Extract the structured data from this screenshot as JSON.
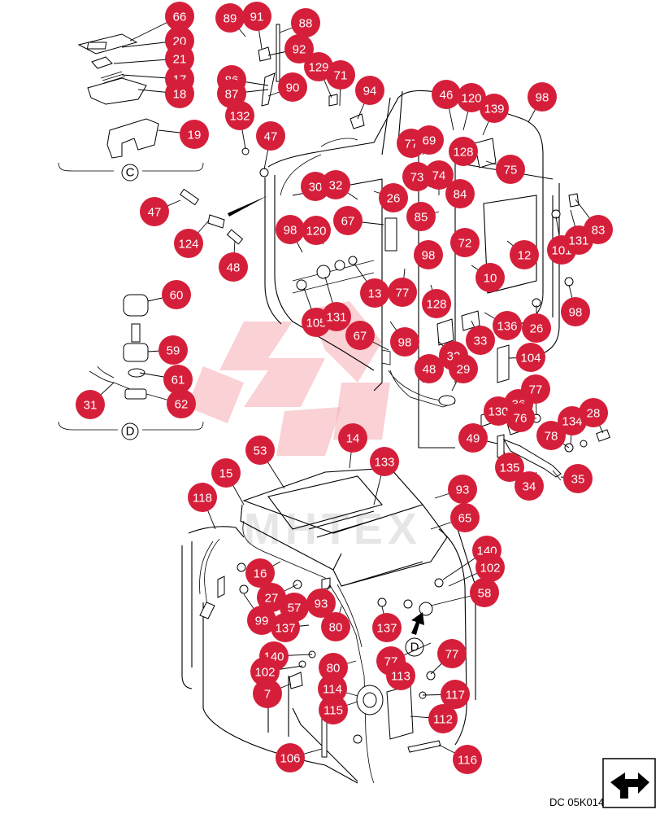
{
  "diagram": {
    "reference_code": "DC 05K014",
    "section_labels": [
      "C",
      "D"
    ],
    "watermark_text": "MHTEX",
    "callout_color": "#d51f3a",
    "icons": {
      "navigation": "turn-arrow-icon",
      "view_arrow": "view-direction-arrow-icon"
    },
    "callouts": [
      "66",
      "20",
      "21",
      "17",
      "18",
      "89",
      "91",
      "88",
      "92",
      "129",
      "71",
      "86",
      "87",
      "90",
      "94",
      "132",
      "47",
      "19",
      "46",
      "120",
      "139",
      "98",
      "77",
      "69",
      "128",
      "75",
      "73",
      "74",
      "30",
      "32",
      "26",
      "84",
      "67",
      "85",
      "47",
      "124",
      "98",
      "120",
      "48",
      "12",
      "72",
      "101",
      "131",
      "83",
      "60",
      "105",
      "131",
      "13",
      "77",
      "98",
      "128",
      "98",
      "33",
      "136",
      "26",
      "59",
      "67",
      "98",
      "32",
      "48",
      "29",
      "104",
      "61",
      "62",
      "31",
      "77",
      "36",
      "134",
      "28",
      "130",
      "78",
      "49",
      "14",
      "135",
      "34",
      "35",
      "133",
      "53",
      "15",
      "93",
      "118",
      "65",
      "140",
      "102",
      "16",
      "58",
      "27",
      "57",
      "93",
      "99",
      "137",
      "80",
      "137",
      "140",
      "102",
      "77",
      "80",
      "77",
      "113",
      "7",
      "114",
      "117",
      "115",
      "112",
      "106",
      "116",
      "10",
      "76"
    ]
  }
}
